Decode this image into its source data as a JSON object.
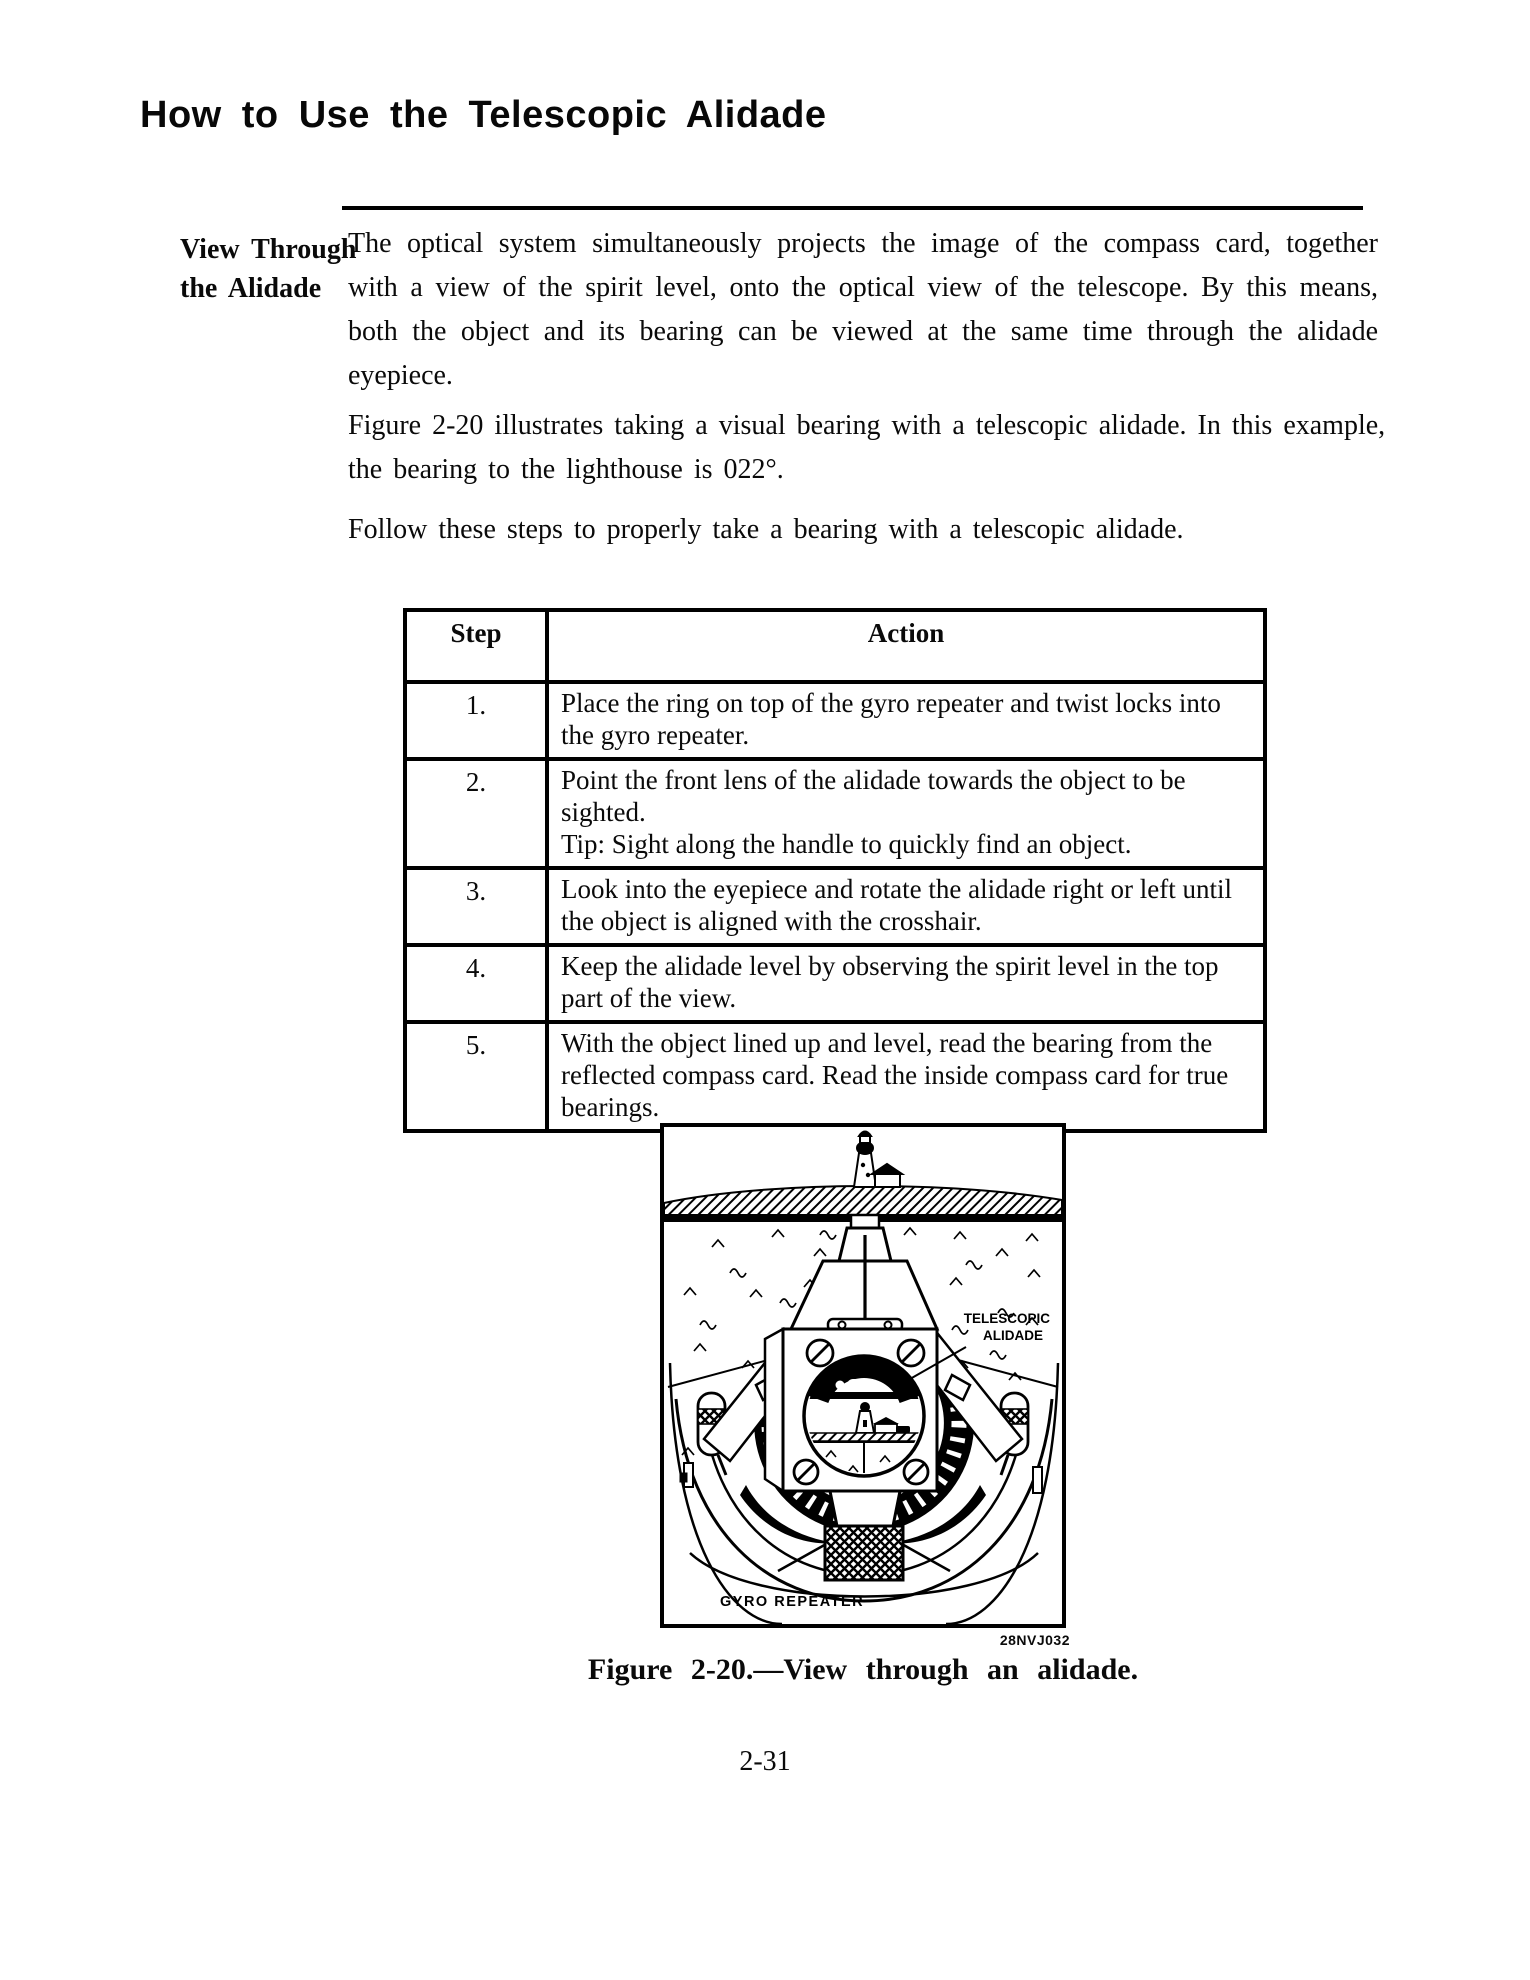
{
  "page": {
    "title": "How to Use the Telescopic Alidade",
    "page_number": "2-31"
  },
  "section": {
    "heading": {
      "line1": "View Through",
      "line2": "the Alidade"
    },
    "paragraphs": {
      "p1": "The optical system simultaneously projects the image of the compass card, together with a view of the spirit level, onto the optical view of the telescope. By this means, both the object and its bearing can be viewed at the same time through the alidade eyepiece.",
      "p2": "Figure 2-20 illustrates taking a visual bearing with a telescopic alidade. In this example, the bearing to the lighthouse is 022°.",
      "p3": "Follow these steps to properly take a bearing with a telescopic alidade."
    }
  },
  "steps_table": {
    "headers": [
      "Step",
      "Action"
    ],
    "rows": [
      {
        "step": "1.",
        "lines": [
          "Place the ring on top of the gyro repeater and twist locks into the gyro repeater."
        ]
      },
      {
        "step": "2.",
        "lines": [
          "Point the front lens of the alidade towards the object to be sighted.",
          "Tip: Sight along the handle to quickly find an object."
        ]
      },
      {
        "step": "3.",
        "lines": [
          "Look into the eyepiece and rotate the alidade right or left until the object is aligned with the crosshair."
        ]
      },
      {
        "step": "4.",
        "lines": [
          "Keep the alidade level by observing the spirit level in the top part of the view."
        ]
      },
      {
        "step": "5.",
        "lines": [
          "With the object lined up and level, read the bearing from the reflected compass card. Read the inside compass card for true bearings."
        ]
      }
    ]
  },
  "figure": {
    "labels": {
      "telescopic_line1": "TELESCOPIC",
      "telescopic_line2": "ALIDADE",
      "gyro_repeater": "GYRO REPEATER"
    },
    "figure_id": "28NVJ032",
    "caption": "Figure 2-20.—View through an alidade."
  }
}
